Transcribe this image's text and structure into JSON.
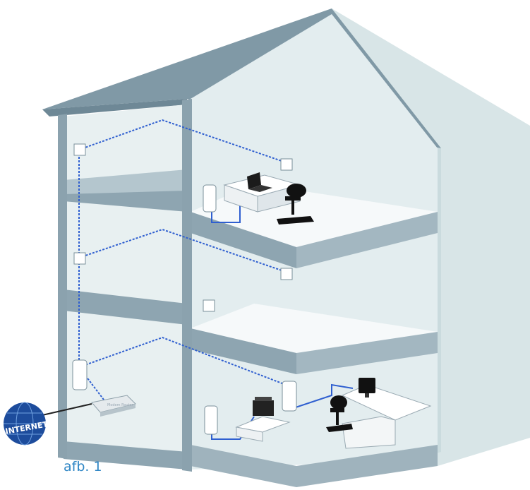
{
  "figure": {
    "caption": "afb. 1",
    "internet_label": "INTERNET",
    "router_label": "Modem Router"
  },
  "colors": {
    "wall": "#8aa3b0",
    "wall_light": "#c5d4d9",
    "interior": "#e9f1f2",
    "side": "#d5e3e5",
    "roof": "#7f98a4",
    "floor": "#f4f7f8",
    "wire": "#2f5fd0",
    "caption": "#2f86c5",
    "globe": "#1d4c9c"
  },
  "icons": [
    "globe-icon",
    "router-icon",
    "powerline-adapter-icon",
    "wall-socket-icon",
    "laptop-icon",
    "office-chair-icon",
    "desk-icon",
    "printer-icon",
    "monitor-icon"
  ]
}
